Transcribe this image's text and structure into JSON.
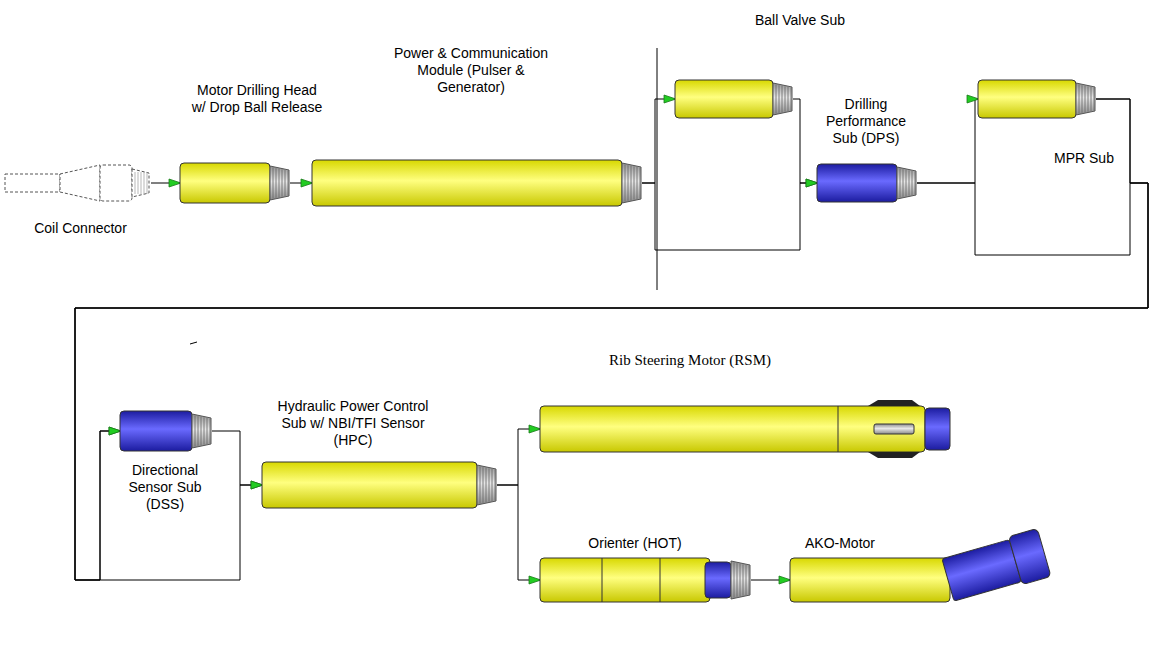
{
  "diagram": {
    "nodes": [
      {
        "text": [
          "Coil Connector"
        ]
      },
      {
        "text": [
          "Motor Drilling Head w/ Drop Ball Release"
        ]
      },
      {
        "text": [
          "Power & Communication Module (Pulser & Generator)"
        ]
      },
      {
        "text": [
          "Ball Valve Sub"
        ]
      },
      {
        "text": [
          "Drilling Performance Sub (DPS)"
        ]
      },
      {
        "text": [
          "MPR Sub"
        ]
      },
      {
        "text": [
          "Directional Sensor Sub (DSS)"
        ]
      },
      {
        "text": [
          "Hydraulic Power Control Sub w/ NBI/TFI Sensor (HPC)"
        ]
      },
      {
        "text": [
          "Rib Steering Motor (RSM)"
        ]
      },
      {
        "text": [
          "Orienter (HOT)"
        ]
      },
      {
        "text": [
          "AKO-Motor"
        ]
      }
    ],
    "edges": [
      {
        "from": 0,
        "to": 1,
        "arrow": "to"
      },
      {
        "from": 1,
        "to": 2,
        "arrow": "to"
      },
      {
        "from": 2,
        "to": 3,
        "arrow": "to"
      },
      {
        "from": 2,
        "to": 4,
        "arrow": "to"
      },
      {
        "from": 3,
        "to": 4,
        "arrow": "to"
      },
      {
        "from": 4,
        "to": 5,
        "arrow": "to"
      },
      {
        "from": 4,
        "to": 6,
        "arrow": "to"
      },
      {
        "from": 5,
        "to": 6,
        "arrow": "to"
      },
      {
        "from": 6,
        "to": 7,
        "arrow": "to"
      },
      {
        "from": 5,
        "to": 7,
        "arrow": "to"
      },
      {
        "from": 7,
        "to": 8,
        "arrow": "to"
      },
      {
        "from": 7,
        "to": 9,
        "arrow": "to"
      },
      {
        "from": 9,
        "to": 10,
        "arrow": "to"
      }
    ]
  }
}
